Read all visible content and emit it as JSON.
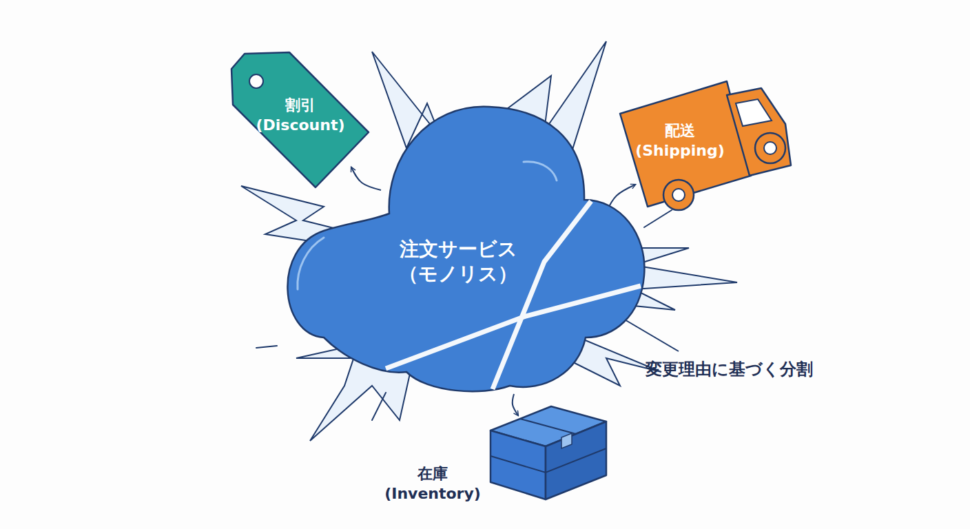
{
  "diagram": {
    "nodes": [
      {
        "text": [
          "注文サービス （モノリス）"
        ]
      },
      {
        "text": [
          "割引 (Discount)"
        ]
      },
      {
        "text": [
          "配送 (Shipping)"
        ]
      },
      {
        "text": [
          "在庫 (Inventory)"
        ]
      }
    ],
    "edges": [
      {
        "from": 0,
        "to": 1,
        "arrow": "to"
      },
      {
        "from": 0,
        "to": 2,
        "arrow": "to"
      },
      {
        "from": 0,
        "to": 3,
        "arrow": "to"
      }
    ],
    "labels": [
      "変更理由に基づく分割"
    ]
  }
}
